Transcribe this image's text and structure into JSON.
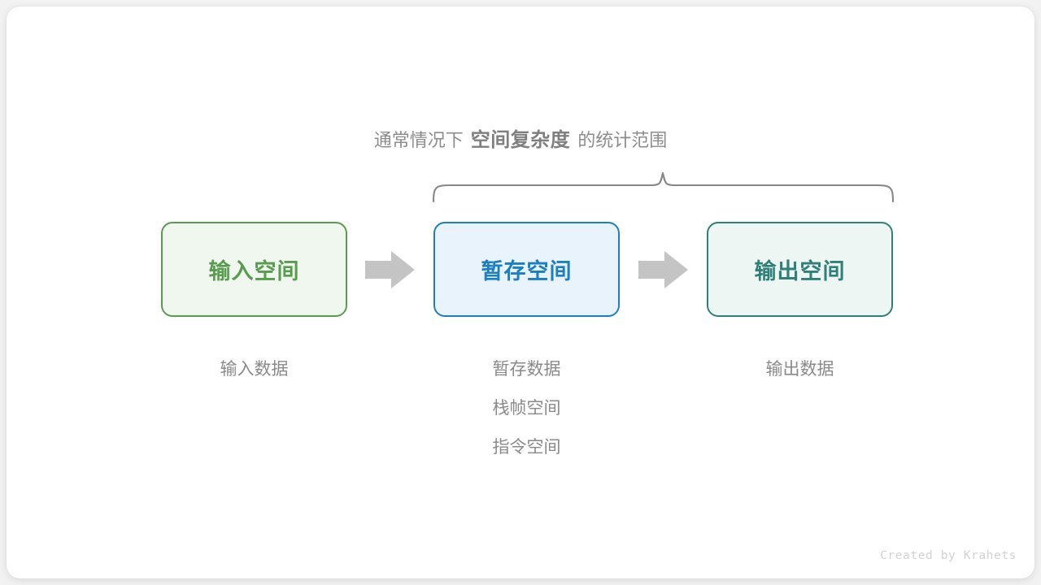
{
  "caption": {
    "prefix": "通常情况下",
    "emphasis": "空间复杂度",
    "suffix": "的统计范围"
  },
  "boxes": [
    {
      "label": "输入空间",
      "border_color": "#589c4e",
      "fill_color": "#f0f7ef"
    },
    {
      "label": "暂存空间",
      "border_color": "#1c7ec4",
      "fill_color": "#e8f3fc"
    },
    {
      "label": "输出空间",
      "border_color": "#2f8079",
      "fill_color": "#eef6f4"
    }
  ],
  "sublabels": {
    "input": [
      "输入数据"
    ],
    "temp": [
      "暂存数据",
      "栈帧空间",
      "指令空间"
    ],
    "output": [
      "输出数据"
    ]
  },
  "arrows": {
    "arrow_1_name": "arrow-input-to-temp",
    "arrow_2_name": "arrow-temp-to-output",
    "color": "#c4c4c4"
  },
  "brace": {
    "color": "#878787",
    "covers": [
      "暂存空间",
      "输出空间"
    ]
  },
  "credit": "Created by Krahets"
}
